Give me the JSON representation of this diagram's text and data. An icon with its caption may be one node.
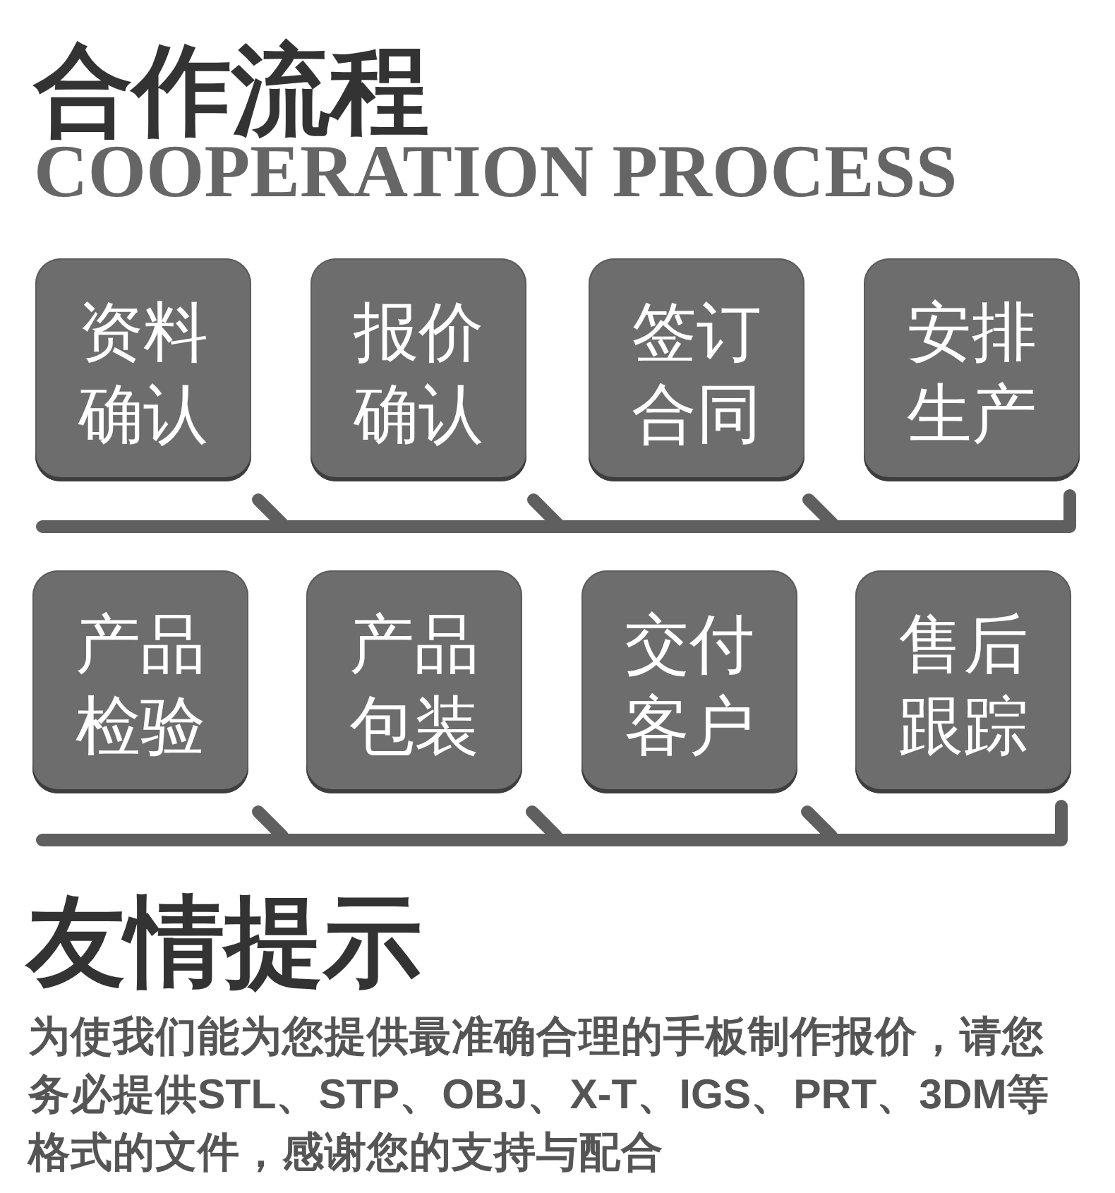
{
  "diagram": {
    "title": "合作流程",
    "nodes": [
      {
        "text": [
          "资料确认"
        ]
      },
      {
        "text": [
          "报价确认"
        ]
      },
      {
        "text": [
          "签订合同"
        ]
      },
      {
        "text": [
          "安排生产"
        ]
      },
      {
        "text": [
          "产品检验"
        ]
      },
      {
        "text": [
          "产品包装"
        ]
      },
      {
        "text": [
          "交付客户"
        ]
      },
      {
        "text": [
          "售后跟踪"
        ]
      }
    ],
    "labels": [
      "COOPERATION PROCESS",
      "友情提示",
      "为使我们能为您提供最准确合理的手板制作报价，请您务必提供STL、STP、OBJ、X-T、IGS、PRT、3DM等格式的文件，感谢您的支持与配合"
    ]
  }
}
